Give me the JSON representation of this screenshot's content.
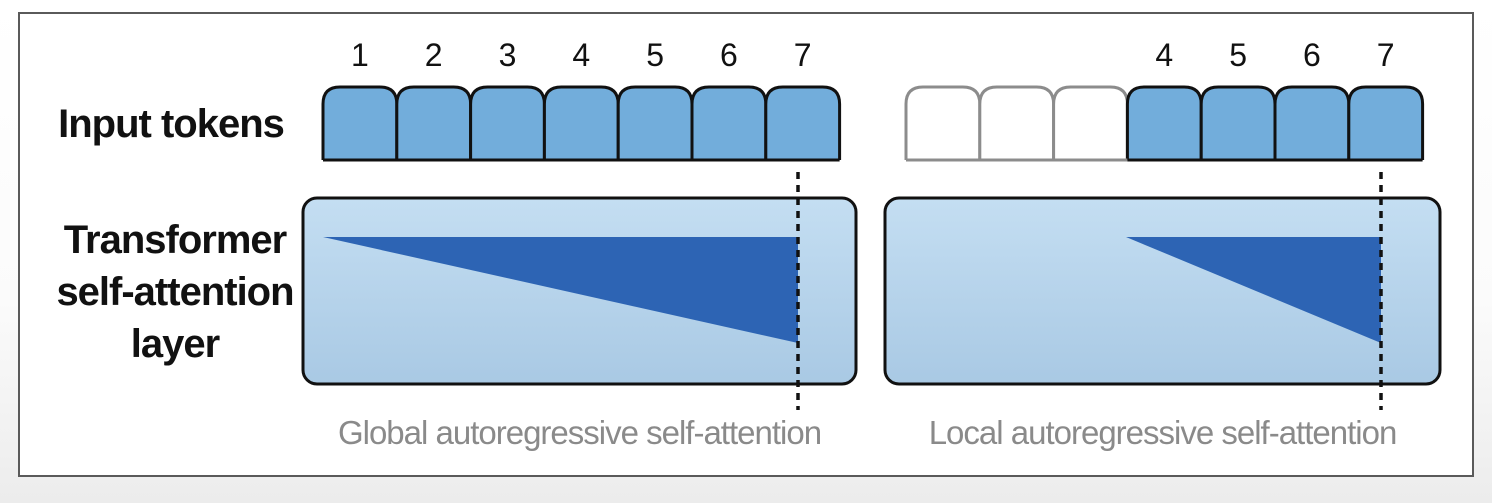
{
  "labels": {
    "input_tokens": "Input tokens",
    "transformer_line1": "Transformer",
    "transformer_line2": "self-attention",
    "transformer_line3": "layer"
  },
  "panels": [
    {
      "id": "global",
      "caption": "Global autoregressive self-attention",
      "tokens": [
        {
          "label": "1",
          "active": true
        },
        {
          "label": "2",
          "active": true
        },
        {
          "label": "3",
          "active": true
        },
        {
          "label": "4",
          "active": true
        },
        {
          "label": "5",
          "active": true
        },
        {
          "label": "6",
          "active": true
        },
        {
          "label": "7",
          "active": true
        }
      ]
    },
    {
      "id": "local",
      "caption": "Local autoregressive self-attention",
      "tokens": [
        {
          "label": "",
          "active": false
        },
        {
          "label": "",
          "active": false
        },
        {
          "label": "",
          "active": false
        },
        {
          "label": "4",
          "active": true
        },
        {
          "label": "5",
          "active": true
        },
        {
          "label": "6",
          "active": true
        },
        {
          "label": "7",
          "active": true
        }
      ]
    }
  ],
  "colors": {
    "token_fill": "#72addb",
    "token_outline": "#111111",
    "inactive_outline": "#8c8c8c",
    "inactive_fill": "#ffffff",
    "layer_fill_top": "#c4def2",
    "layer_fill_bottom": "#a9c9e4",
    "attention_fill": "#2d64b4",
    "caption_text": "#8a8a8a"
  }
}
